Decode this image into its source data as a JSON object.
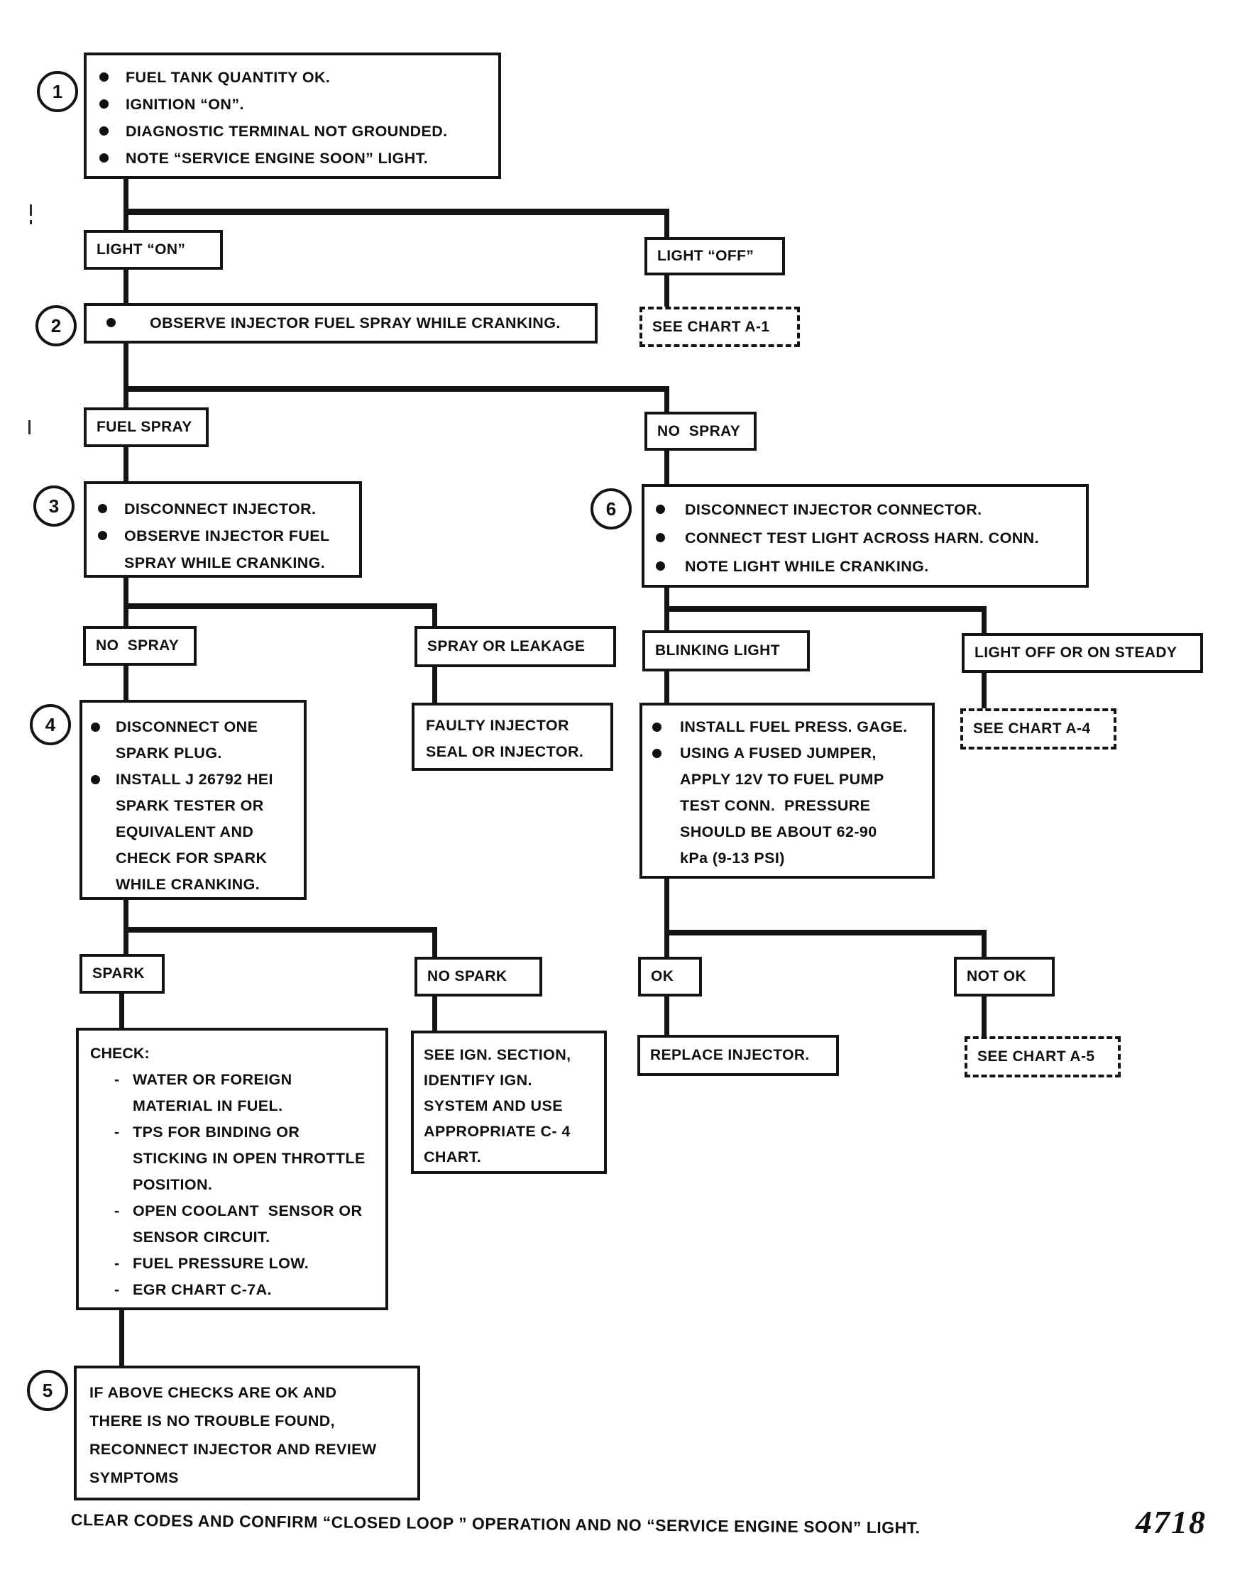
{
  "figure": {
    "number": "4718",
    "footer_note": "CLEAR CODES AND CONFIRM “CLOSED LOOP ” OPERATION AND NO “SERVICE ENGINE SOON” LIGHT."
  },
  "nodes": {
    "step1": {
      "circle": "1",
      "items": [
        "FUEL TANK QUANTITY OK.",
        "IGNITION “ON”.",
        "DIAGNOSTIC TERMINAL NOT GROUNDED.",
        "NOTE “SERVICE ENGINE SOON” LIGHT."
      ]
    },
    "light_on": {
      "label": "LIGHT “ON”"
    },
    "light_off": {
      "label": "LIGHT “OFF”"
    },
    "step2": {
      "circle": "2",
      "items": [
        "OBSERVE INJECTOR FUEL SPRAY WHILE CRANKING."
      ]
    },
    "see_chart_a1": {
      "label": "SEE CHART A-1"
    },
    "fuel_spray": {
      "label": "FUEL SPRAY"
    },
    "no_spray_1": {
      "label": "NO  SPRAY"
    },
    "step3": {
      "circle": "3",
      "items": [
        "DISCONNECT INJECTOR.",
        "OBSERVE INJECTOR FUEL\nSPRAY WHILE CRANKING."
      ]
    },
    "step6": {
      "circle": "6",
      "items": [
        "DISCONNECT INJECTOR CONNECTOR.",
        "CONNECT TEST LIGHT ACROSS HARN. CONN.",
        "NOTE LIGHT WHILE CRANKING."
      ]
    },
    "no_spray_2": {
      "label": "NO  SPRAY"
    },
    "spray_or_leakage": {
      "label": "SPRAY OR LEAKAGE"
    },
    "blinking_light": {
      "label": "BLINKING LIGHT"
    },
    "light_off_or_on_steady": {
      "label": "LIGHT OFF OR ON STEADY"
    },
    "step4": {
      "circle": "4",
      "items": [
        "DISCONNECT ONE\nSPARK PLUG.",
        "INSTALL J 26792 HEI\nSPARK TESTER OR\nEQUIVALENT AND\nCHECK FOR SPARK\nWHILE CRANKING."
      ]
    },
    "faulty_injector": {
      "text": "FAULTY INJECTOR\nSEAL OR INJECTOR."
    },
    "fuel_pressure": {
      "items": [
        "INSTALL FUEL PRESS. GAGE.",
        "USING A FUSED JUMPER,\nAPPLY 12V TO FUEL PUMP\nTEST CONN.  PRESSURE\nSHOULD BE ABOUT 62-90\nkPa (9-13 PSI)"
      ]
    },
    "see_chart_a4": {
      "label": "SEE CHART A-4"
    },
    "spark": {
      "label": "SPARK"
    },
    "no_spark": {
      "label": "NO SPARK"
    },
    "ok": {
      "label": "OK"
    },
    "not_ok": {
      "label": "NOT OK"
    },
    "check": {
      "title": "CHECK:",
      "items": [
        "WATER OR FOREIGN\nMATERIAL IN FUEL.",
        "TPS FOR BINDING OR\nSTICKING IN OPEN THROTTLE\nPOSITION.",
        "OPEN COOLANT  SENSOR OR\nSENSOR CIRCUIT.",
        "FUEL PRESSURE LOW.",
        "EGR CHART C-7A."
      ]
    },
    "see_ign": {
      "text": "SEE IGN. SECTION,\nIDENTIFY IGN.\nSYSTEM AND USE\nAPPROPRIATE C- 4\nCHART."
    },
    "replace_injector": {
      "text": "REPLACE INJECTOR."
    },
    "see_chart_a5": {
      "label": "SEE CHART A-5"
    },
    "step5": {
      "circle": "5",
      "text": "IF ABOVE CHECKS ARE OK AND\nTHERE IS NO TROUBLE FOUND,\nRECONNECT INJECTOR AND REVIEW\nSYMPTOMS"
    }
  }
}
